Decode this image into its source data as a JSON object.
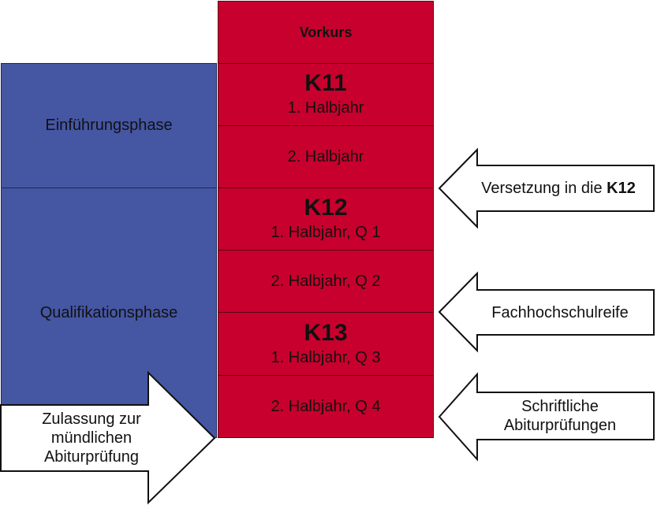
{
  "phases": [
    {
      "label": "Einführungsphase"
    },
    {
      "label": "Qualifikationsphase"
    }
  ],
  "blocks": {
    "vorkurs": "Vorkurs",
    "k11": {
      "grade": "K11",
      "sub": "1. Halbjahr"
    },
    "k11_2": {
      "sub": "2. Halbjahr"
    },
    "k12": {
      "grade": "K12",
      "sub": "1. Halbjahr, Q 1"
    },
    "k12_2": {
      "sub": "2. Halbjahr, Q 2"
    },
    "k13": {
      "grade": "K13",
      "sub": "1. Halbjahr, Q 3"
    },
    "k13_2": {
      "sub": "2. Halbjahr, Q 4"
    }
  },
  "arrows": {
    "versetzung": {
      "text": "Versetzung in die ",
      "bold": "K12"
    },
    "fachhochschulreife": {
      "text": "Fachhochschulreife"
    },
    "schriftliche": {
      "line1": "Schriftliche",
      "line2": "Abiturprüfungen"
    },
    "zulassung": {
      "line1": "Zulassung zur",
      "line2": "mündlichen",
      "line3": "Abiturprüfung"
    }
  },
  "colors": {
    "phase_blue": "#4556a3",
    "block_red": "#c8002d",
    "arrow_fill": "#ffffff",
    "arrow_stroke": "#111111"
  }
}
